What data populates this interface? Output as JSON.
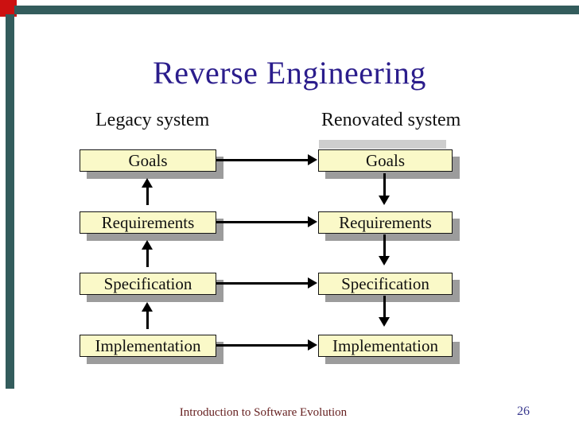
{
  "slide": {
    "title": "Reverse Engineering",
    "footer_text": "Introduction to Software Evolution",
    "page_number": "26"
  },
  "diagram": {
    "left_column": {
      "label": "Legacy system",
      "flow": "bottom-up",
      "boxes": [
        "Goals",
        "Requirements",
        "Specification",
        "Implementation"
      ]
    },
    "right_column": {
      "label": "Renovated system",
      "flow": "top-down",
      "boxes": [
        "Goals",
        "Requirements",
        "Specification",
        "Implementation"
      ]
    },
    "connections": {
      "left_vertical": "Implementation -> Specification -> Requirements -> Goals (arrows point up)",
      "right_vertical": "Goals -> Requirements -> Specification -> Implementation (arrows point down)",
      "horizontal": "each legacy box points right to its renovated counterpart"
    }
  },
  "colors": {
    "title": "#2b1d8c",
    "box_fill": "#faf9c8",
    "box_border": "#141414",
    "box_shadow": "#9c9c9c",
    "accent_bar": "#335c5c",
    "corner_accent": "#cc1111",
    "footer": "#662020",
    "page_number": "#39398f",
    "arrow": "#000000"
  }
}
